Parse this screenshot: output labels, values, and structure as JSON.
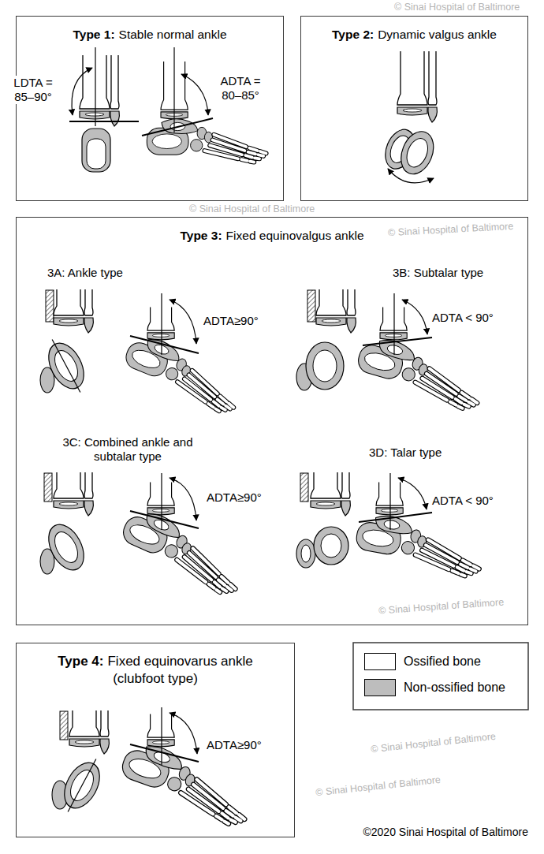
{
  "diagram": {
    "nodes": [
      {
        "text": [
          "Type 1:",
          "Stable normal ankle"
        ]
      },
      {
        "text": [
          "Type 2:",
          "Dynamic valgus ankle"
        ]
      },
      {
        "text": [
          "Type 3:",
          "Fixed equinovalgus ankle"
        ]
      },
      {
        "text": [
          "Type 4:",
          "Fixed equinovarus ankle (clubfoot type)"
        ]
      }
    ],
    "labels": [
      "LDTA = 85–90°",
      "ADTA = 80–85°",
      "3A: Ankle type",
      "ADTA≥90°",
      "3B: Subtalar type",
      "ADTA < 90°",
      "3C: Combined ankle and subtalar type",
      "ADTA≥90°",
      "3D: Talar type",
      "ADTA < 90°",
      "ADTA≥90°",
      "©2020 Sinai Hospital of Baltimore",
      "© Sinai Hospital of Baltimore",
      "© Sinai Hospital of Baltimore",
      "© Sinai Hospital of Baltimore",
      "© Sinai Hospital of Baltimore",
      "© Sinai Hospital of Baltimore",
      "© Sinai Hospital of Baltimore"
    ],
    "legend": [
      {
        "text": "Ossified bone",
        "color": "#ffffff"
      },
      {
        "text": "Non-ossified bone",
        "color": "#bdbdbd"
      }
    ]
  }
}
